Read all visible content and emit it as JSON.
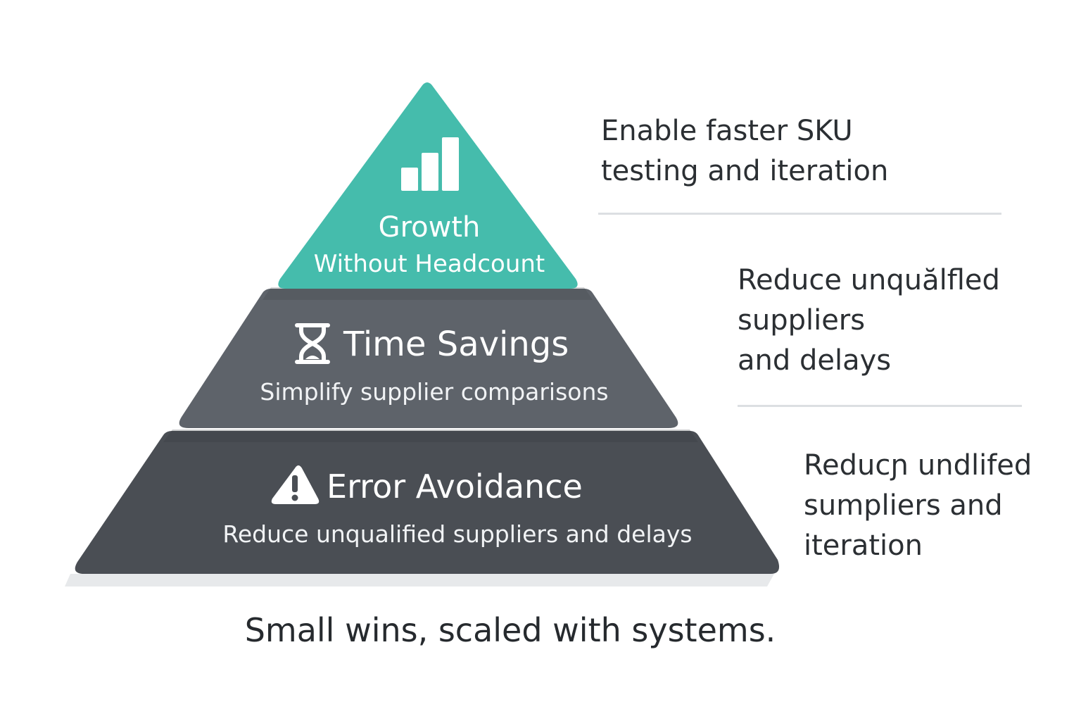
{
  "colors": {
    "growth": "#45BCAC",
    "time": "#5E636A",
    "error": "#4A4E54",
    "shadow": "#E7E9EB",
    "text_dark": "#2B2F33",
    "divider": "#DCDFE2"
  },
  "pyramid": {
    "growth": {
      "icon": "bar-chart-icon",
      "title": "Growth",
      "subtitle": "Without Headcount"
    },
    "time": {
      "icon": "hourglass-icon",
      "title": "Time Savings",
      "subtitle": "Simplify supplier comparisons"
    },
    "error": {
      "icon": "warning-icon",
      "title": "Error Avoidance",
      "subtitle": "Reduce unqualified suppliers and delays"
    }
  },
  "notes": [
    {
      "lines": [
        "Enable faster SKU",
        "testing and iteration"
      ]
    },
    {
      "lines": [
        "Reduce unquălfled",
        "suppliers",
        "and delays"
      ]
    },
    {
      "lines": [
        "Reducɲ undlifed",
        "sumpliers and",
        "iteration"
      ]
    }
  ],
  "footer": "Small wins, scaled with systems."
}
